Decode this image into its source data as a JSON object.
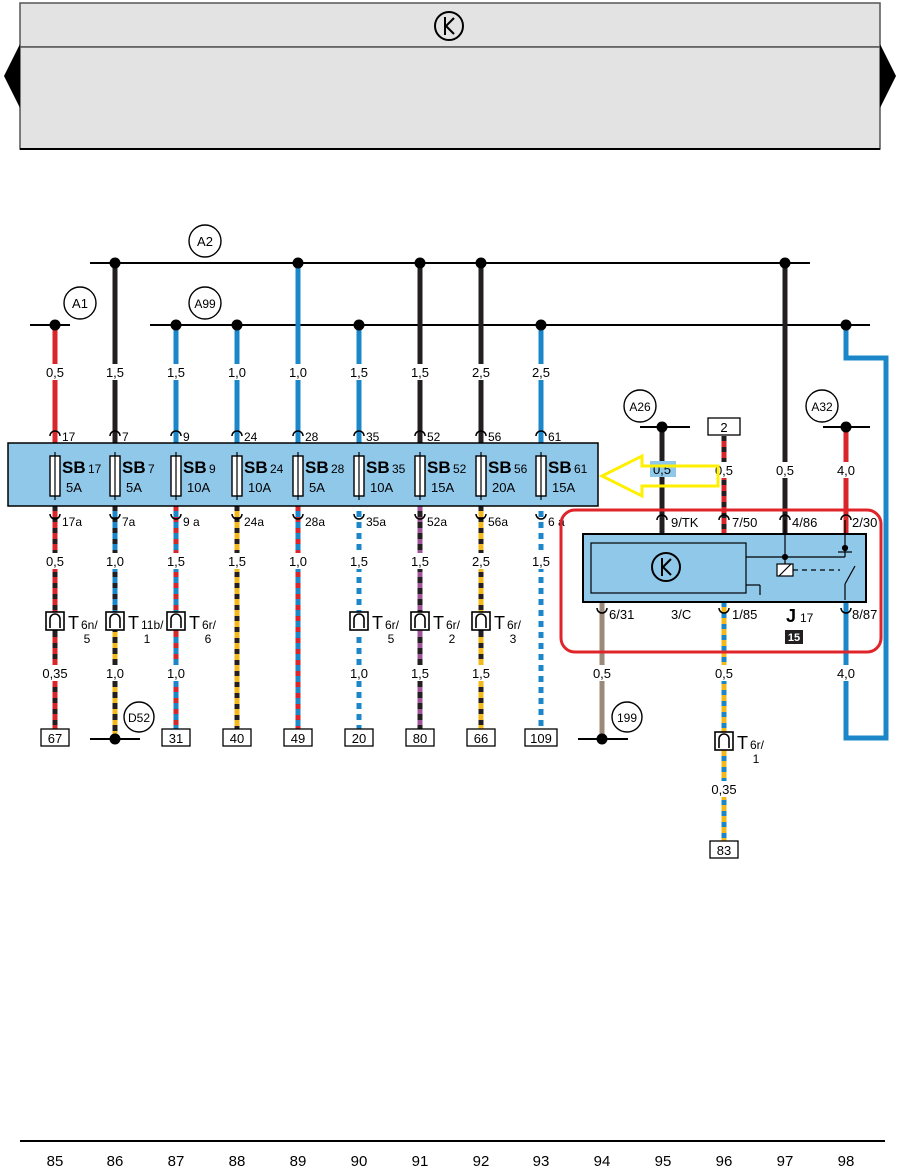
{
  "header": {
    "logo_glyph": "K"
  },
  "colors": {
    "panel": "#e3e3e3",
    "bus": "#90c8ea",
    "blue": "#1b87c8",
    "red": "#d8262b",
    "black": "#231f20",
    "brown": "#9b8a79",
    "yellow": "#f2b81c",
    "violet": "#a2549b",
    "white": "#ffffff",
    "arrow": "#ffef00",
    "highlight": "#e0252a"
  },
  "rails": [
    {
      "id": "A2",
      "label": "A2"
    },
    {
      "id": "A1",
      "label": "A1"
    },
    {
      "id": "A99",
      "label": "A99"
    },
    {
      "id": "A26",
      "label": "A26"
    },
    {
      "id": "A32",
      "label": "A32"
    }
  ],
  "fuses": [
    {
      "name": "SB",
      "num": "17",
      "rating": "5A",
      "pin_in": "17",
      "pin_out": "17a",
      "cs_in": "0,5",
      "cs_out": "0,5",
      "conn": "T",
      "conn_sub": "6n/",
      "conn_pin": "5",
      "cs_low": "0,35",
      "target": "67"
    },
    {
      "name": "SB",
      "num": "7",
      "rating": "5A",
      "pin_in": "7",
      "pin_out": "7a",
      "cs_in": "1,5",
      "cs_out": "1,0",
      "conn": "T",
      "conn_sub": "11b/",
      "conn_pin": "1",
      "cs_low": "1,0",
      "target": "D52"
    },
    {
      "name": "SB",
      "num": "9",
      "rating": "10A",
      "pin_in": "9",
      "pin_out": "9  a",
      "cs_in": "1,5",
      "cs_out": "1,5",
      "conn": "T",
      "conn_sub": "6r/",
      "conn_pin": "6",
      "cs_low": "1,0",
      "target": "31"
    },
    {
      "name": "SB",
      "num": "24",
      "rating": "10A",
      "pin_in": "24",
      "pin_out": "24a",
      "cs_in": "1,0",
      "cs_out": "1,5",
      "conn": "",
      "conn_sub": "",
      "conn_pin": "",
      "cs_low": "",
      "target": "40"
    },
    {
      "name": "SB",
      "num": "28",
      "rating": "5A",
      "pin_in": "28",
      "pin_out": "28a",
      "cs_in": "1,0",
      "cs_out": "1,0",
      "conn": "",
      "conn_sub": "",
      "conn_pin": "",
      "cs_low": "",
      "target": "49"
    },
    {
      "name": "SB",
      "num": "35",
      "rating": "10A",
      "pin_in": "35",
      "pin_out": "35a",
      "cs_in": "1,5",
      "cs_out": "1,5",
      "conn": "T",
      "conn_sub": "6r/",
      "conn_pin": "5",
      "cs_low": "1,0",
      "target": "20"
    },
    {
      "name": "SB",
      "num": "52",
      "rating": "15A",
      "pin_in": "52",
      "pin_out": "52a",
      "cs_in": "1,5",
      "cs_out": "1,5",
      "conn": "T",
      "conn_sub": "6r/",
      "conn_pin": "2",
      "cs_low": "1,5",
      "target": "80"
    },
    {
      "name": "SB",
      "num": "56",
      "rating": "20A",
      "pin_in": "56",
      "pin_out": "56a",
      "cs_in": "2,5",
      "cs_out": "2,5",
      "conn": "T",
      "conn_sub": "6r/",
      "conn_pin": "3",
      "cs_low": "1,5",
      "target": "66"
    },
    {
      "name": "SB",
      "num": "61",
      "rating": "15A",
      "pin_in": "61",
      "pin_out": "6  a",
      "cs_in": "2,5",
      "cs_out": "1,5",
      "conn": "",
      "conn_sub": "",
      "conn_pin": "",
      "cs_low": "",
      "target": "109"
    }
  ],
  "relay": {
    "name": "J",
    "sub": "17",
    "badge": "15",
    "pins": {
      "p1": "9/TK",
      "p2": "7/50",
      "p3": "4/86",
      "p4": "2/30",
      "p5": "6/31",
      "p6": "3/C",
      "p7": "1/85",
      "p8": "8/87"
    },
    "cs_top": {
      "c1": "0,5",
      "c2": "0,5",
      "c3": "0,5",
      "c4": "4,0"
    },
    "cs_bottom": {
      "c1": "0,5",
      "c2": "0,5",
      "c3": "4,0"
    },
    "ground": "199",
    "ref_box": "2",
    "conn": "T",
    "conn_sub": "6r/",
    "conn_pin": "1",
    "cs_low": "0,35",
    "target": "83"
  },
  "footer": {
    "columns": [
      "85",
      "86",
      "87",
      "88",
      "89",
      "90",
      "91",
      "92",
      "93",
      "94",
      "95",
      "96",
      "97",
      "98"
    ]
  }
}
